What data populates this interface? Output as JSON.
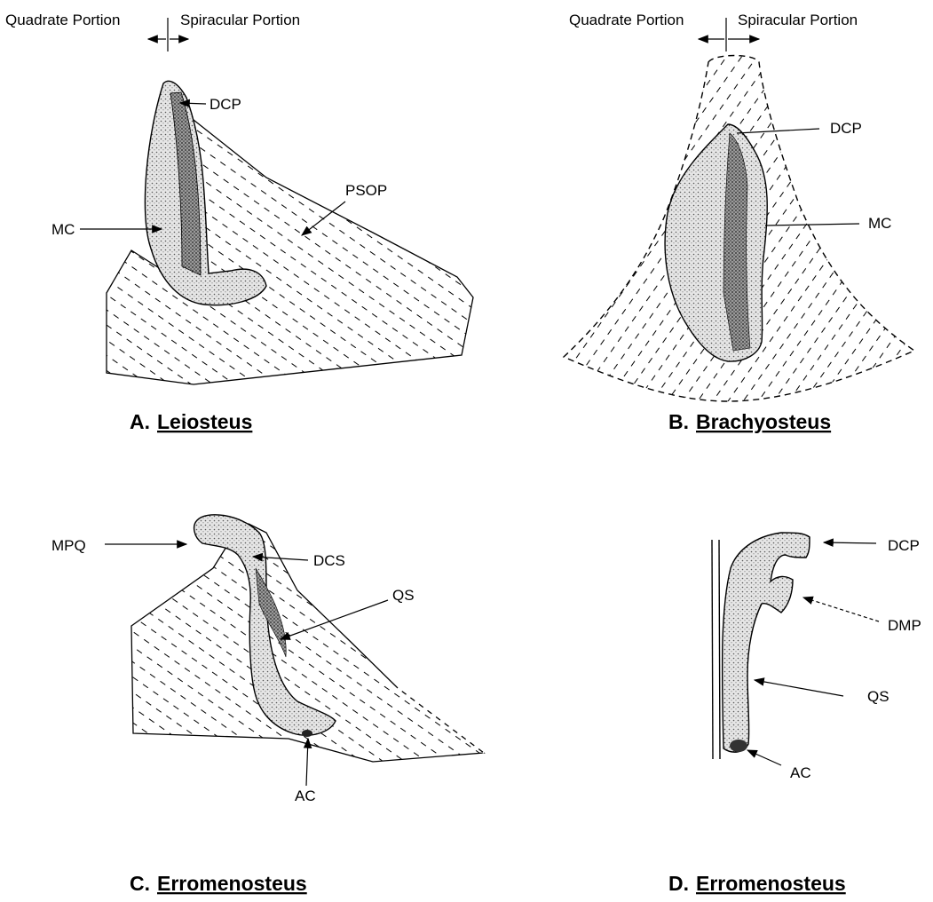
{
  "panels": {
    "a": {
      "orientation": {
        "left": "Quadrate Portion",
        "right": "Spiracular Portion"
      },
      "caption_letter": "A.",
      "caption_name": "Leiosteus",
      "labels": {
        "dcp": "DCP",
        "psop": "PSOP",
        "mc": "MC"
      }
    },
    "b": {
      "orientation": {
        "left": "Quadrate Portion",
        "right": "Spiracular Portion"
      },
      "caption_letter": "B.",
      "caption_name": "Brachyosteus",
      "labels": {
        "dcp": "DCP",
        "mc": "MC"
      }
    },
    "c": {
      "caption_letter": "C.",
      "caption_name": "Erromenosteus",
      "labels": {
        "mpq": "MPQ",
        "dcs": "DCS",
        "qs": "QS",
        "ac": "AC"
      }
    },
    "d": {
      "caption_letter": "D.",
      "caption_name": "Erromenosteus",
      "labels": {
        "dcp": "DCP",
        "dmp": "DMP",
        "qs": "QS",
        "ac": "AC"
      }
    }
  },
  "colors": {
    "ink": "#000000",
    "paper": "#ffffff",
    "stipple": "#bdbdbd",
    "dark": "#4a4a4a"
  }
}
